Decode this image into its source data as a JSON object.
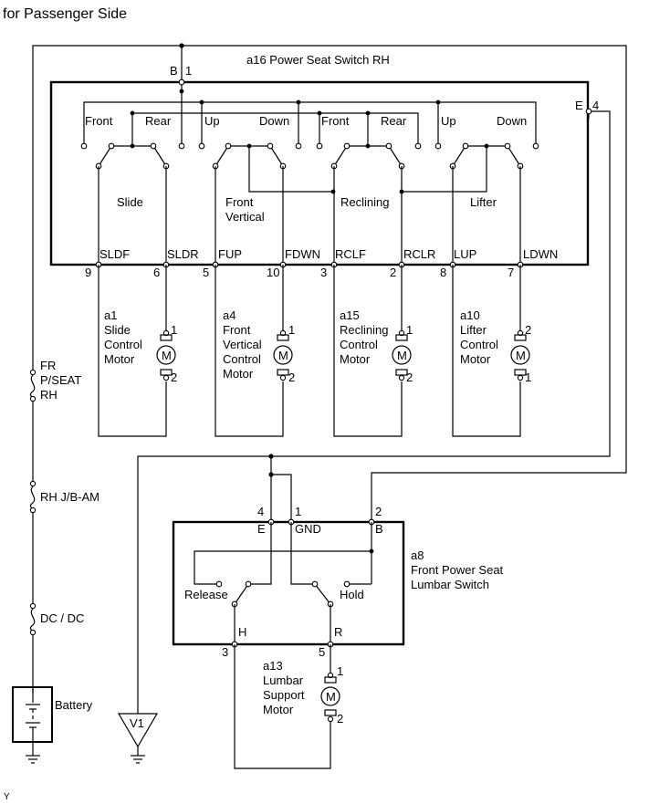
{
  "header": {
    "title": "for Passenger Side"
  },
  "footer": {
    "mark": "Y"
  },
  "power_seat_switch": {
    "name": "a16  Power Seat Switch RH",
    "top_pin": {
      "letter": "B",
      "number": "1"
    },
    "right_pin": {
      "letter": "E",
      "number": "4"
    },
    "positions": [
      "Front",
      "Rear",
      "Up",
      "Down",
      "Front",
      "Rear",
      "Up",
      "Down"
    ],
    "groups": [
      "Slide",
      "Front\nVertical",
      "Reclining",
      "Lifter"
    ],
    "group_lines": {
      "front_vertical_1": "Front",
      "front_vertical_2": "Vertical"
    },
    "terminals": [
      {
        "name": "SLDF",
        "pin": "9"
      },
      {
        "name": "SLDR",
        "pin": "6"
      },
      {
        "name": "FUP",
        "pin": "5"
      },
      {
        "name": "FDWN",
        "pin": "10"
      },
      {
        "name": "RCLF",
        "pin": "3"
      },
      {
        "name": "RCLR",
        "pin": "2"
      },
      {
        "name": "LUP",
        "pin": "8"
      },
      {
        "name": "LDWN",
        "pin": "7"
      }
    ]
  },
  "motors": [
    {
      "id": "a1",
      "lines": [
        "Slide",
        "Control",
        "Motor"
      ],
      "pin_top": "1",
      "pin_bottom": "2"
    },
    {
      "id": "a4",
      "lines": [
        "Front",
        "Vertical",
        "Control",
        "Motor"
      ],
      "pin_top": "1",
      "pin_bottom": "2"
    },
    {
      "id": "a15",
      "lines": [
        "Reclining",
        "Control",
        "Motor"
      ],
      "pin_top": "1",
      "pin_bottom": "2"
    },
    {
      "id": "a10",
      "lines": [
        "Lifter",
        "Control",
        "Motor"
      ],
      "pin_top": "2",
      "pin_bottom": "1"
    }
  ],
  "motor_symbol": "M",
  "fuses": [
    {
      "lines": [
        "FR",
        "P/SEAT",
        "RH"
      ]
    },
    {
      "lines": [
        "RH J/B-AM"
      ]
    },
    {
      "lines": [
        "DC / DC"
      ]
    }
  ],
  "battery": {
    "label": "Battery"
  },
  "v1": {
    "label": "V1"
  },
  "lumbar_switch": {
    "id": "a8",
    "lines": [
      "Front Power Seat",
      "Lumbar Switch"
    ],
    "top_pins": [
      {
        "number": "4",
        "letter": "E"
      },
      {
        "number": "1",
        "letter": "GND"
      },
      {
        "number": "2",
        "letter": "B"
      }
    ],
    "positions": [
      "Release",
      "Hold"
    ],
    "bottom_pins": [
      {
        "number": "3",
        "letter": "H"
      },
      {
        "number": "5",
        "letter": "R"
      }
    ]
  },
  "lumbar_motor": {
    "id": "a13",
    "lines": [
      "Lumbar",
      "Support",
      "Motor"
    ],
    "pin_top": "1",
    "pin_bottom": "2"
  }
}
